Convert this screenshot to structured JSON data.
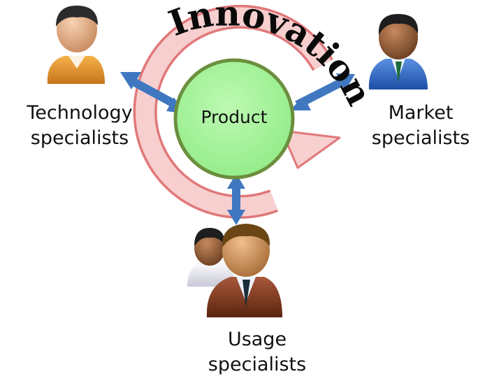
{
  "innovation_label": "Innovation",
  "product_label": "Product",
  "technology_specialists": {
    "line1": "Technology",
    "line2": "specialists"
  },
  "market_specialists": {
    "line1": "Market",
    "line2": "specialists"
  },
  "usage_specialists": {
    "line1": "Usage",
    "line2": "specialists"
  },
  "colors": {
    "product_fill": "#a4f59a",
    "product_border": "#6b8f3e",
    "cycle_arrow_fill": "#f7cfcf",
    "cycle_arrow_stroke": "#e0787a",
    "connector_arrow": "#3f78c0"
  },
  "icons": {
    "technology": "person-orange-shirt-icon",
    "market": "person-blue-suit-icon",
    "usage": "two-people-brown-suit-icon"
  }
}
